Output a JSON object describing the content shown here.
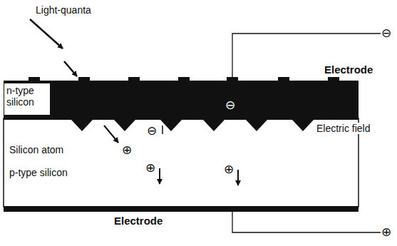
{
  "diagram": {
    "nodes": [
      {
        "text": [
          "n-type silicon"
        ]
      },
      {
        "text": [
          "p-type silicon",
          "Silicon atom"
        ]
      }
    ],
    "labels": [
      "Light-quanta",
      "Electrode",
      "Electric field",
      "Electrode",
      "⊖",
      "⊖",
      "⊖",
      "⊕",
      "⊕",
      "⊕",
      "⊕"
    ]
  }
}
